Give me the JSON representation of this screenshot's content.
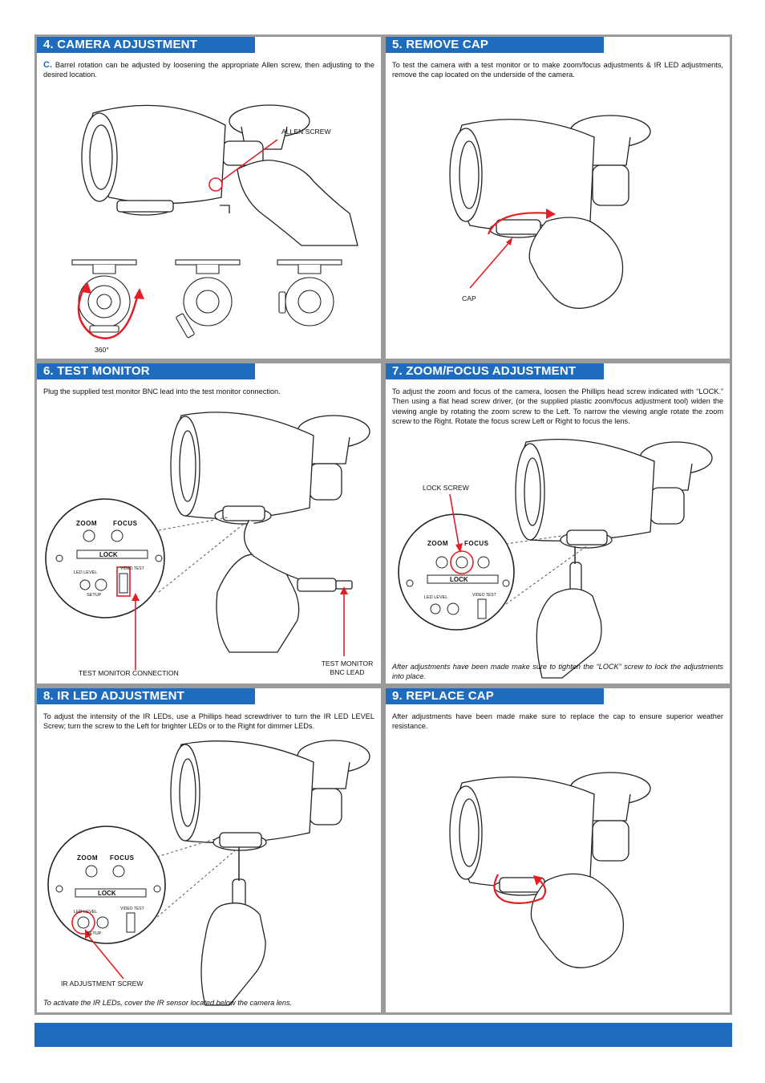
{
  "sections": {
    "s4": {
      "title": "4. CAMERA ADJUSTMENT",
      "step_letter": "C.",
      "text": "Barrel rotation can be adjusted by loosening the appropriate Allen screw, then adjusting to the desired location.",
      "label_allen": "ALLEN SCREW",
      "label_rotation": "360°"
    },
    "s5": {
      "title": "5. REMOVE CAP",
      "text": "To test the camera with a test monitor or to make zoom/focus adjustments & IR LED adjustments,  remove the cap located on the underside of the camera.",
      "label_cap": "CAP"
    },
    "s6": {
      "title": "6. TEST MONITOR",
      "text": "Plug the supplied test monitor BNC lead into the test monitor connection.",
      "label_connection": "TEST MONITOR CONNECTION",
      "label_bnc_line1": "TEST MONITOR",
      "label_bnc_line2": "BNC LEAD"
    },
    "s7": {
      "title": "7. ZOOM/FOCUS  ADJUSTMENT",
      "text": "To adjust the zoom and focus of the camera, loosen the Phillips head screw indicated with “LOCK.” Then using a flat head screw driver, (or the supplied plastic zoom/focus adjustment tool) widen the viewing angle by rotating the zoom screw to the Left. To narrow the viewing angle rotate the zoom screw to the Right. Rotate the focus screw Left or Right to focus the lens.",
      "label_lock_screw": "LOCK SCREW",
      "footnote": "After adjustments have been made make sure to tighten the “LOCK” screw to lock the adjustments into place."
    },
    "s8": {
      "title": "8. IR LED ADJUSTMENT",
      "text": "To adjust the intensity of the IR LEDs, use a Phillips head screwdriver to turn the IR LED LEVEL Screw; turn the screw to the Left for brighter LEDs or to the Right for dimmer LEDs.",
      "label_ir_screw": "IR ADJUSTMENT SCREW",
      "footnote": "To activate the IR LEDs, cover the IR sensor located below the camera lens."
    },
    "s9": {
      "title": "9. REPLACE CAP",
      "text": "After adjustments have been made make sure to replace the cap to ensure superior weather resistance."
    }
  },
  "control_panel": {
    "zoom": "ZOOM",
    "focus": "FOCUS",
    "lock": "LOCK",
    "led_level": "LED LEVEL",
    "setup": "SETUP",
    "video_test": "VIDEO TEST"
  },
  "colors": {
    "accent": "#1d6cbd",
    "highlight": "#e31e24",
    "frame": "#9a9a9a"
  }
}
